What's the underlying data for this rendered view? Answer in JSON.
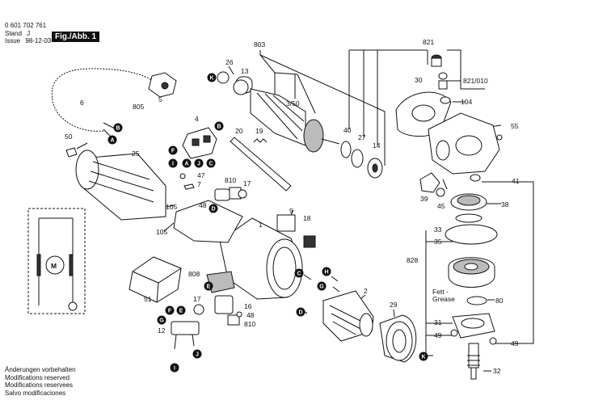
{
  "header": {
    "part_number": "0 601 702 761",
    "stand_label": "Stand",
    "stand_value": "J",
    "issue_label": "Issue",
    "issue_value": "98-12-03",
    "figure": "Fig./Abb. 1"
  },
  "footer": [
    "Änderungen vorbehalten",
    "Modifications reserved",
    "Modifications reservees",
    "Salvo modificaciones"
  ],
  "grease_label": "Fett -\nGrease",
  "labels": [
    {
      "t": "803"
    },
    {
      "t": "821"
    },
    {
      "t": "26"
    },
    {
      "t": "13"
    },
    {
      "t": "30"
    },
    {
      "t": "821/010"
    },
    {
      "t": "3/50"
    },
    {
      "t": "104"
    },
    {
      "t": "5"
    },
    {
      "t": "805"
    },
    {
      "t": "6"
    },
    {
      "t": "4"
    },
    {
      "t": "40"
    },
    {
      "t": "27"
    },
    {
      "t": "14"
    },
    {
      "t": "55"
    },
    {
      "t": "20"
    },
    {
      "t": "19"
    },
    {
      "t": "50"
    },
    {
      "t": "25"
    },
    {
      "t": "47"
    },
    {
      "t": "7"
    },
    {
      "t": "810"
    },
    {
      "t": "17"
    },
    {
      "t": "41"
    },
    {
      "t": "39"
    },
    {
      "t": "45"
    },
    {
      "t": "38"
    },
    {
      "t": "48"
    },
    {
      "t": "105"
    },
    {
      "t": "105"
    },
    {
      "t": "1"
    },
    {
      "t": "9"
    },
    {
      "t": "18"
    },
    {
      "t": "33"
    },
    {
      "t": "35"
    },
    {
      "t": "828"
    },
    {
      "t": "808"
    },
    {
      "t": "51"
    },
    {
      "t": "2"
    },
    {
      "t": "17"
    },
    {
      "t": "16"
    },
    {
      "t": "48"
    },
    {
      "t": "810"
    },
    {
      "t": "29"
    },
    {
      "t": "80"
    },
    {
      "t": "31"
    },
    {
      "t": "49"
    },
    {
      "t": "49"
    },
    {
      "t": "12"
    },
    {
      "t": "32"
    }
  ],
  "callouts": [
    {
      "t": "K"
    },
    {
      "t": "B"
    },
    {
      "t": "A"
    },
    {
      "t": "B"
    },
    {
      "t": "F"
    },
    {
      "t": "A"
    },
    {
      "t": "J"
    },
    {
      "t": "C"
    },
    {
      "t": "I"
    },
    {
      "t": "D"
    },
    {
      "t": "C"
    },
    {
      "t": "H"
    },
    {
      "t": "G"
    },
    {
      "t": "E"
    },
    {
      "t": "D"
    },
    {
      "t": "G"
    },
    {
      "t": "F"
    },
    {
      "t": "E"
    },
    {
      "t": "J"
    },
    {
      "t": "I"
    },
    {
      "t": "K"
    }
  ]
}
